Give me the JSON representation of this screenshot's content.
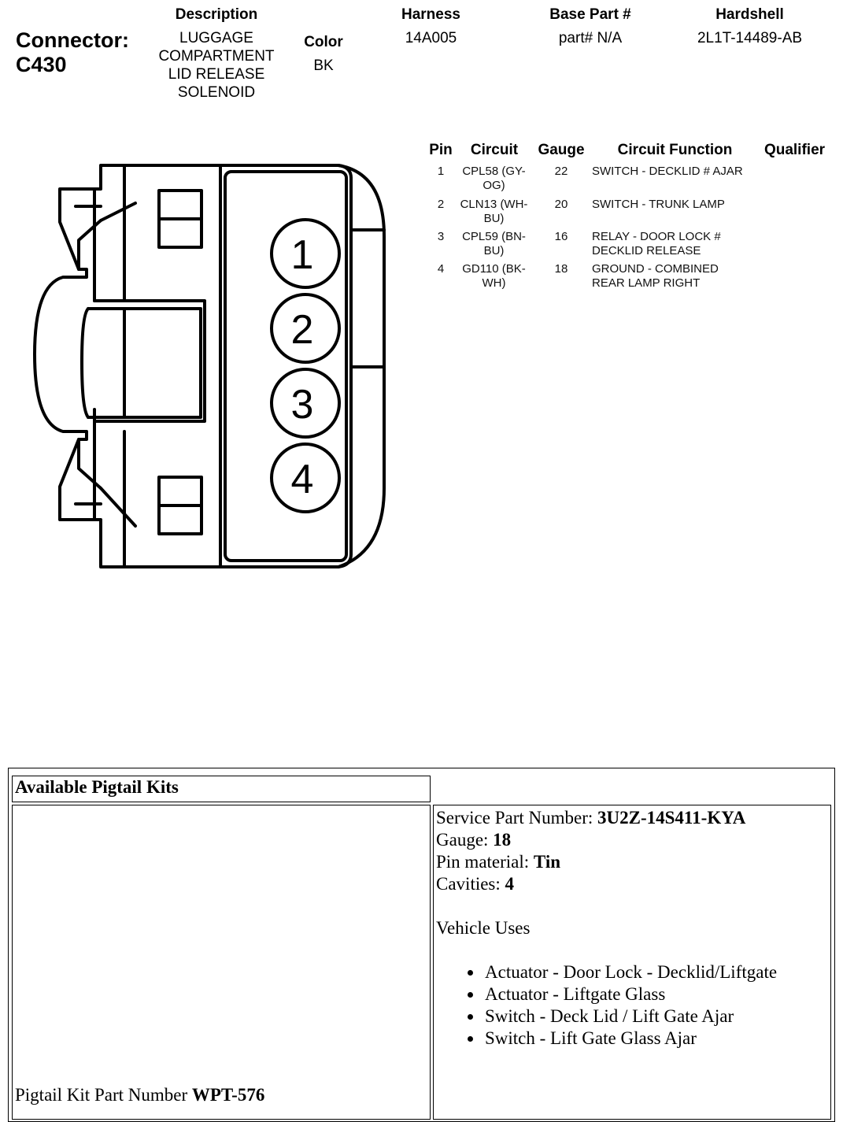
{
  "header": {
    "connector_label": "Connector:",
    "connector_id": "C430",
    "description_label": "Description",
    "description_lines": [
      "LUGGAGE",
      "COMPARTMENT",
      "LID RELEASE",
      "SOLENOID"
    ],
    "color_label": "Color",
    "color_value": "BK",
    "harness_label": "Harness",
    "harness_value": "14A005",
    "base_part_label": "Base Part #",
    "base_part_value": "part# N/A",
    "hardshell_label": "Hardshell",
    "hardshell_value": "2L1T-14489-AB"
  },
  "pin_table": {
    "headers": [
      "Pin",
      "Circuit",
      "Gauge",
      "Circuit Function",
      "Qualifier"
    ],
    "rows": [
      {
        "pin": "1",
        "circuit": [
          "CPL58 (GY-",
          "OG)"
        ],
        "gauge": "22",
        "function": [
          "SWITCH - DECKLID # AJAR"
        ],
        "qualifier": ""
      },
      {
        "pin": "2",
        "circuit": [
          "CLN13 (WH-",
          "BU)"
        ],
        "gauge": "20",
        "function": [
          "SWITCH - TRUNK LAMP"
        ],
        "qualifier": ""
      },
      {
        "pin": "3",
        "circuit": [
          "CPL59 (BN-",
          "BU)"
        ],
        "gauge": "16",
        "function": [
          "RELAY - DOOR LOCK #",
          "DECKLID RELEASE"
        ],
        "qualifier": ""
      },
      {
        "pin": "4",
        "circuit": [
          "GD110 (BK-",
          "WH)"
        ],
        "gauge": "18",
        "function": [
          "GROUND - COMBINED",
          "REAR LAMP RIGHT"
        ],
        "qualifier": ""
      }
    ]
  },
  "diagram": {
    "pin_numbers": [
      "1",
      "2",
      "3",
      "4"
    ]
  },
  "pigtail": {
    "title": "Available Pigtail Kits",
    "service_part_label": "Service Part Number: ",
    "service_part_value": "3U2Z-14S411-KYA",
    "gauge_label": "Gauge: ",
    "gauge_value": "18",
    "pin_material_label": "Pin material: ",
    "pin_material_value": "Tin",
    "cavities_label": "Cavities: ",
    "cavities_value": "4",
    "vehicle_uses_label": "Vehicle Uses",
    "vehicle_uses": [
      "Actuator - Door Lock - Decklid/Liftgate",
      "Actuator - Liftgate Glass",
      "Switch - Deck Lid / Lift Gate Ajar",
      "Switch - Lift Gate Glass Ajar"
    ],
    "kit_part_label": "Pigtail Kit Part Number ",
    "kit_part_value": "WPT-576"
  }
}
